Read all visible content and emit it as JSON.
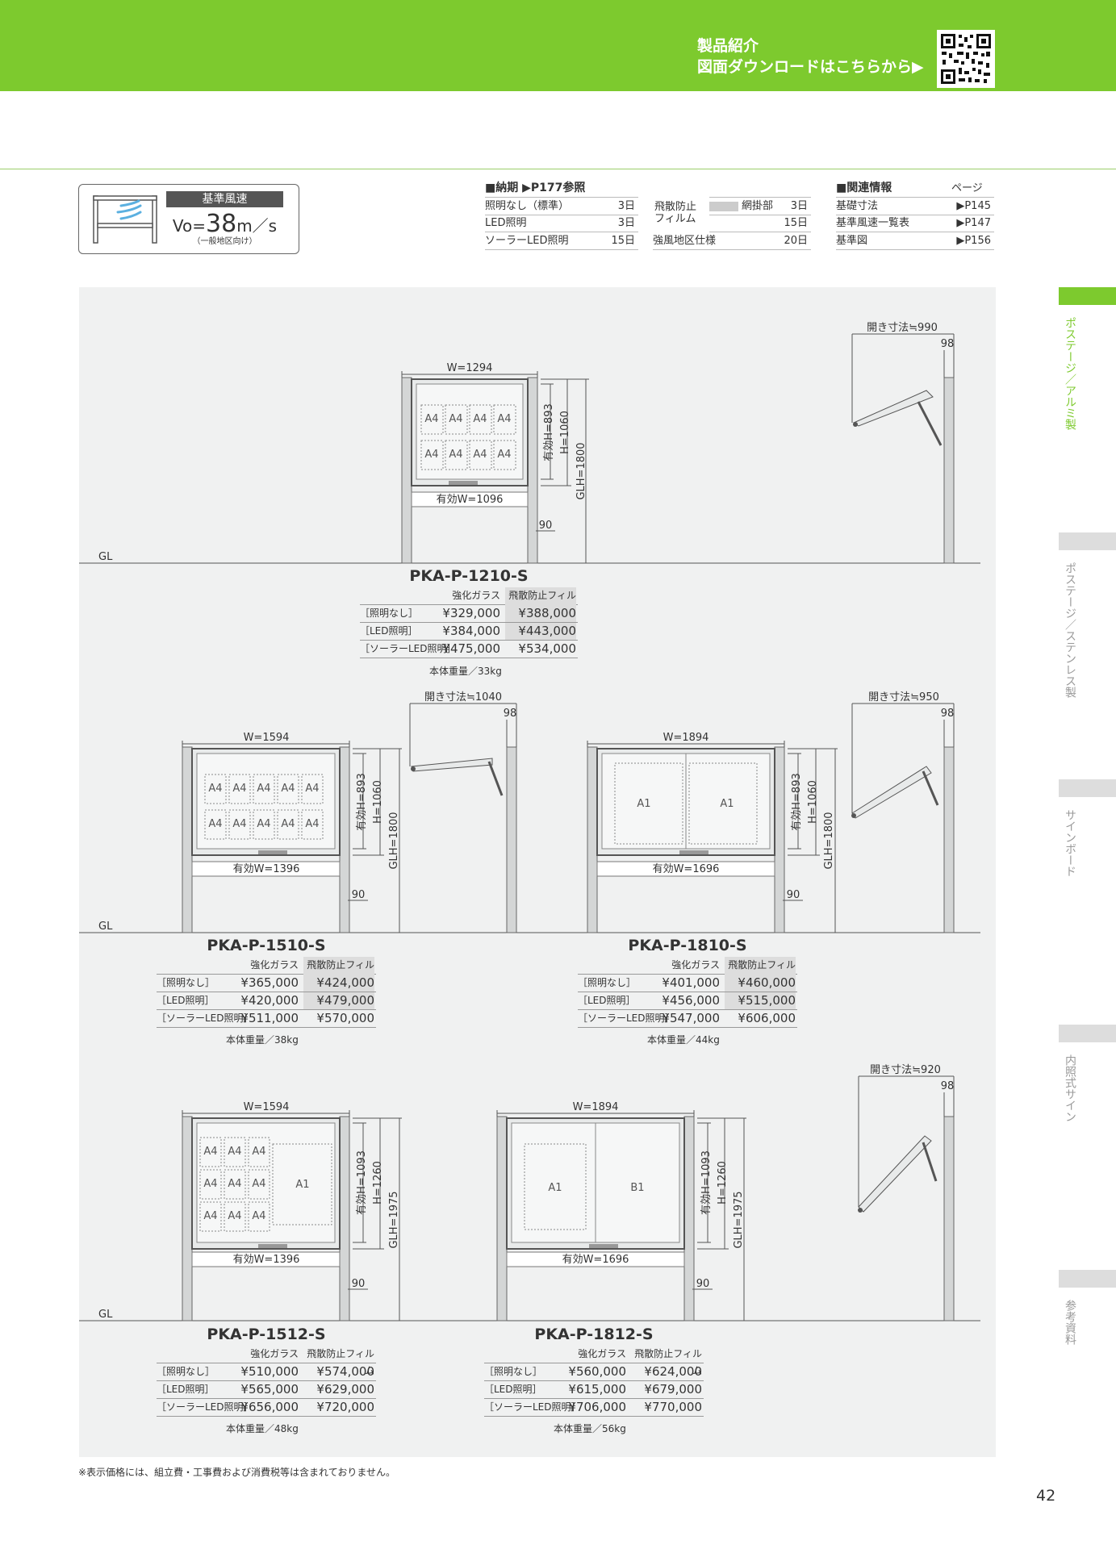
{
  "header": {
    "line1": "製品紹介",
    "line2": "図面ダウンロードはこちらから▶",
    "qr_icon": "qr-code-icon"
  },
  "wind": {
    "label": "基準風速",
    "prefix": "Vo=",
    "value": "38",
    "unit": "m／s",
    "sub": "（一般地区向け）"
  },
  "delivery": {
    "title": "■納期 ▶P177参照",
    "rows": [
      {
        "label": "照明なし（標準）",
        "value": "3日"
      },
      {
        "label": "LED照明",
        "value": "3日"
      },
      {
        "label": "ソーラーLED照明",
        "value": "15日"
      }
    ],
    "film_label": "飛散防止フィルム",
    "film_rows": [
      {
        "label": "網掛部",
        "value": "3日"
      },
      {
        "label": "",
        "value": "15日"
      }
    ],
    "wind_row": {
      "label": "強風地区仕様",
      "value": "20日"
    }
  },
  "related": {
    "title": "■関連情報",
    "page_header": "ページ",
    "rows": [
      {
        "label": "基礎寸法",
        "value": "▶P145"
      },
      {
        "label": "基準風速一覧表",
        "value": "▶P147"
      },
      {
        "label": "基準図",
        "value": "▶P156"
      }
    ]
  },
  "side_tabs": [
    {
      "text": "ポステージ／アルミ製",
      "active": true
    },
    {
      "text": "ポステージ／ステンレス製",
      "active": false
    },
    {
      "text": "サインボード",
      "active": false
    },
    {
      "text": "内照式サイン",
      "active": false
    },
    {
      "text": "参考資料",
      "active": false
    }
  ],
  "common": {
    "gl": "GL",
    "col_glass": "強化ガラス",
    "col_film": "飛散防止フィルム",
    "row_none": "［照明なし］",
    "row_led": "［LED照明］",
    "row_solar": "［ソーラーLED照明］",
    "a4": "A4",
    "a1": "A1",
    "b1": "B1",
    "dim90": "90",
    "dim98": "98"
  },
  "products": [
    {
      "model": "PKA-P-1210-S",
      "w": "W=1294",
      "ew": "有効W=1096",
      "eh": "有効H=893",
      "h": "H=1060",
      "glh": "GLH=1800",
      "open": "開き寸法≒990",
      "prices": [
        [
          "¥329,000",
          "¥388,000"
        ],
        [
          "¥384,000",
          "¥443,000"
        ],
        [
          "¥475,000",
          "¥534,000"
        ]
      ],
      "weight": "本体重量／33kg"
    },
    {
      "model": "PKA-P-1510-S",
      "w": "W=1594",
      "ew": "有効W=1396",
      "eh": "有効H=893",
      "h": "H=1060",
      "glh": "GLH=1800",
      "open": "開き寸法≒1040",
      "prices": [
        [
          "¥365,000",
          "¥424,000"
        ],
        [
          "¥420,000",
          "¥479,000"
        ],
        [
          "¥511,000",
          "¥570,000"
        ]
      ],
      "weight": "本体重量／38kg"
    },
    {
      "model": "PKA-P-1810-S",
      "w": "W=1894",
      "ew": "有効W=1696",
      "eh": "有効H=893",
      "h": "H=1060",
      "glh": "GLH=1800",
      "open": "開き寸法≒950",
      "prices": [
        [
          "¥401,000",
          "¥460,000"
        ],
        [
          "¥456,000",
          "¥515,000"
        ],
        [
          "¥547,000",
          "¥606,000"
        ]
      ],
      "weight": "本体重量／44kg"
    },
    {
      "model": "PKA-P-1512-S",
      "w": "W=1594",
      "ew": "有効W=1396",
      "eh": "有効H=1093",
      "h": "H=1260",
      "glh": "GLH=1975",
      "open": "開き寸法≒920",
      "prices": [
        [
          "¥510,000",
          "¥574,000"
        ],
        [
          "¥565,000",
          "¥629,000"
        ],
        [
          "¥656,000",
          "¥720,000"
        ]
      ],
      "weight": "本体重量／48kg"
    },
    {
      "model": "PKA-P-1812-S",
      "w": "W=1894",
      "ew": "有効W=1696",
      "eh": "有効H=1093",
      "h": "H=1260",
      "glh": "GLH=1975",
      "prices": [
        [
          "¥560,000",
          "¥624,000"
        ],
        [
          "¥615,000",
          "¥679,000"
        ],
        [
          "¥706,000",
          "¥770,000"
        ]
      ],
      "weight": "本体重量／56kg"
    }
  ],
  "footer": {
    "note": "※表示価格には、組立費・工事費および消費税等は含まれておりません。",
    "page": "42"
  }
}
